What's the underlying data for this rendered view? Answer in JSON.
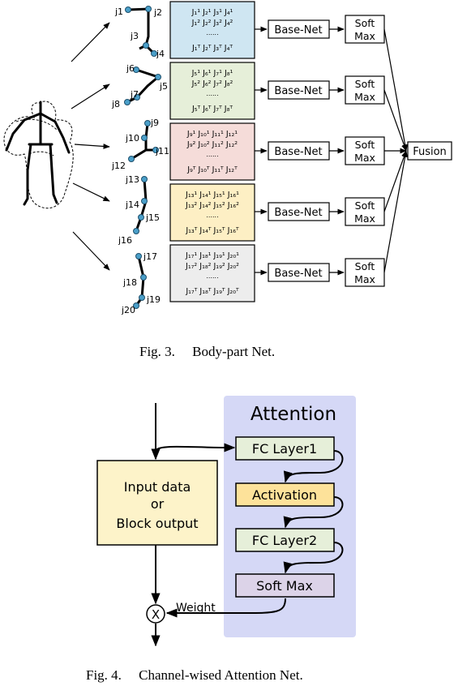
{
  "fig3": {
    "caption": "Fig. 3.     Body-part Net.",
    "base_net_label": "Base-Net",
    "softmax_line1": "Soft",
    "softmax_line2": "Max",
    "fusion_label": "Fusion",
    "dots": "......",
    "parts": [
      {
        "color": "#cfe6f2",
        "joint_labels": [
          "j1",
          "j2",
          "j3",
          "j4"
        ],
        "rows": [
          "J₁¹  J₂¹  J₃¹  J₄¹",
          "J₁²  J₂²  J₃²  J₄²",
          "J₁ᵀ  J₂ᵀ  J₃ᵀ  J₄ᵀ"
        ]
      },
      {
        "color": "#e6efd9",
        "joint_labels": [
          "j6",
          "j5",
          "j7",
          "j8"
        ],
        "rows": [
          "J₅¹  J₆¹  J₇¹  J₈¹",
          "J₅²  J₆²  J₇²  J₈²",
          "J₅ᵀ  J₆ᵀ  J₇ᵀ  J₈ᵀ"
        ]
      },
      {
        "color": "#f5dcd9",
        "joint_labels": [
          "j9",
          "j10",
          "j11",
          "j12"
        ],
        "rows": [
          "J₉¹  J₁₀¹  J₁₁¹  J₁₂¹",
          "J₉²  J₁₀²  J₁₁²  J₁₂²",
          "J₉ᵀ  J₁₀ᵀ  J₁₁ᵀ  J₁₂ᵀ"
        ]
      },
      {
        "color": "#fdefc4",
        "joint_labels": [
          "j13",
          "j14",
          "j15",
          "j16"
        ],
        "rows": [
          "J₁₃¹  J₁₄¹  J₁₅¹  J₁₆¹",
          "J₁₃²  J₁₄²  J₁₅²  J₁₆²",
          "J₁₃ᵀ  J₁₄ᵀ  J₁₅ᵀ  J₁₆ᵀ"
        ]
      },
      {
        "color": "#ededed",
        "joint_labels": [
          "j17",
          "j18",
          "j19",
          "j20"
        ],
        "rows": [
          "J₁₇¹  J₁₈¹  J₁₉¹  J₂₀¹",
          "J₁₇²  J₁₈²  J₁₉²  J₂₀²",
          "J₁₇ᵀ  J₁₈ᵀ  J₁₉ᵀ  J₂₀ᵀ"
        ]
      }
    ]
  },
  "fig4": {
    "caption": "Fig. 4.     Channel-wised Attention Net.",
    "attention_title": "Attention",
    "input_line1": "Input data",
    "input_line2": "or",
    "input_line3": "Block output",
    "fc1": "FC Layer1",
    "activation": "Activation",
    "fc2": "FC Layer2",
    "softmax": "Soft Max",
    "weight": "Weight",
    "multiply": "X",
    "colors": {
      "attention_bg": "#d5d8f6",
      "input_bg": "#fdf3c9",
      "fc_bg": "#e6efd9",
      "activation_bg": "#fde29a",
      "softmax_bg": "#dcd3e8"
    }
  }
}
